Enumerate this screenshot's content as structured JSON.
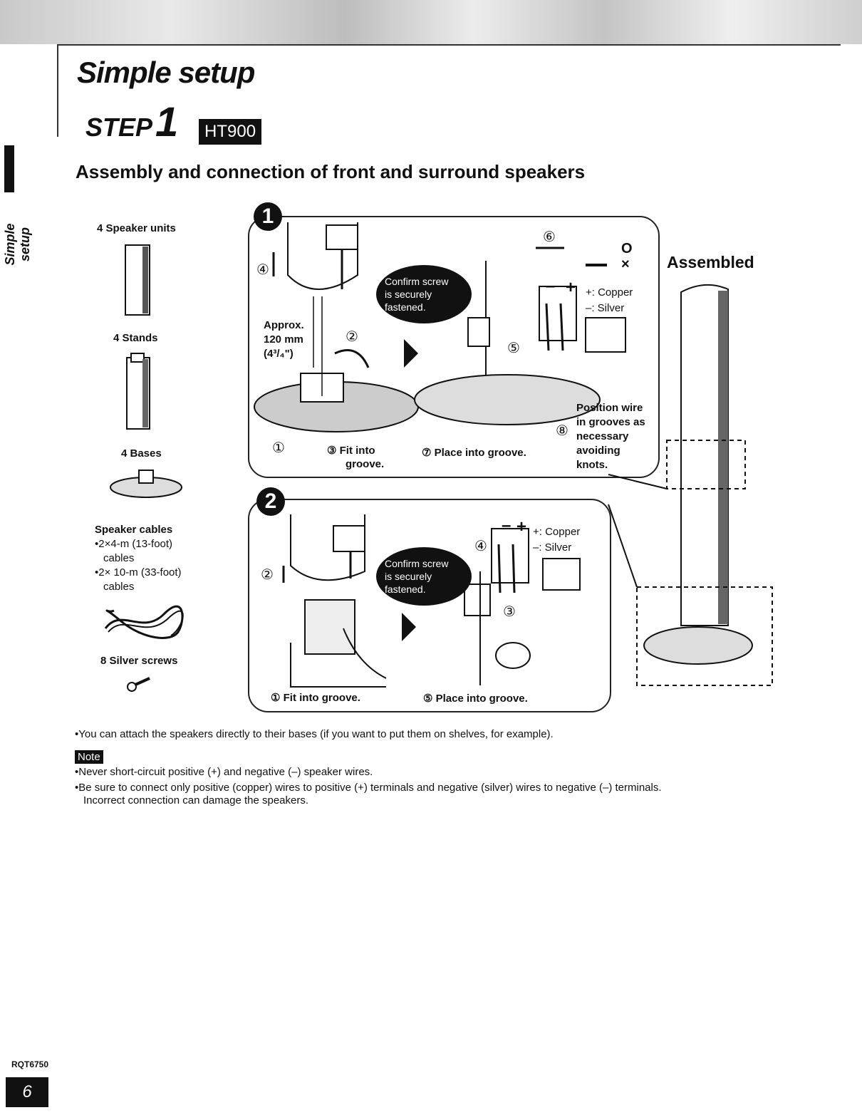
{
  "page": {
    "title": "Simple setup",
    "step_label": "STEP",
    "step_number": "1",
    "model_badge": "HT900",
    "sidebar_label": "Simple setup",
    "heading": "Assembly and connection of front and surround speakers",
    "code": "RQT6750",
    "page_number": "6"
  },
  "parts": {
    "speaker_units": "4 Speaker units",
    "stands": "4 Stands",
    "bases": "4 Bases",
    "cables_title": "Speaker cables",
    "cables_item1_a": "•2×4-m (13-foot)",
    "cables_item1_b": "cables",
    "cables_item2_a": "•2× 10-m (33-foot)",
    "cables_item2_b": "cables",
    "screws": "8 Silver screws"
  },
  "panel1": {
    "badge": "1",
    "approx_a": "Approx.",
    "approx_b": "120 mm",
    "approx_c": "(4³/₄\")",
    "callout_a": "Confirm screw",
    "callout_b": "is securely",
    "callout_c": "fastened.",
    "s1": "①",
    "s2": "②",
    "s3": "③ Fit into",
    "s3b": "groove.",
    "s4": "④",
    "s5": "⑤",
    "s6": "⑥",
    "s6_ok": "O",
    "s6_ng": "×",
    "s7": "⑦ Place into groove.",
    "s8": "⑧",
    "pos_a": "Position wire",
    "pos_b": "in grooves as",
    "pos_c": "necessary",
    "pos_d": "avoiding",
    "pos_e": "knots.",
    "minus": "–",
    "plus": "+",
    "copper": "+: Copper",
    "silver": "–: Silver"
  },
  "panel2": {
    "badge": "2",
    "callout_a": "Confirm screw",
    "callout_b": "is securely",
    "callout_c": "fastened.",
    "s1": "① Fit into groove.",
    "s2": "②",
    "s3": "③",
    "s4": "④",
    "s5": "⑤ Place into groove.",
    "minus": "–",
    "plus": "+",
    "copper": "+: Copper",
    "silver": "–: Silver"
  },
  "assembled": "Assembled",
  "notes": {
    "bullet1": "•You can attach the speakers directly to their bases (if you want to put them on shelves, for example).",
    "note_label": "Note",
    "note1": "•Never short-circuit positive (+) and negative (–) speaker wires.",
    "note2": "•Be sure to connect only positive (copper) wires to positive (+) terminals and negative (silver) wires to negative (–) terminals.",
    "note3": "Incorrect connection can damage the speakers."
  }
}
